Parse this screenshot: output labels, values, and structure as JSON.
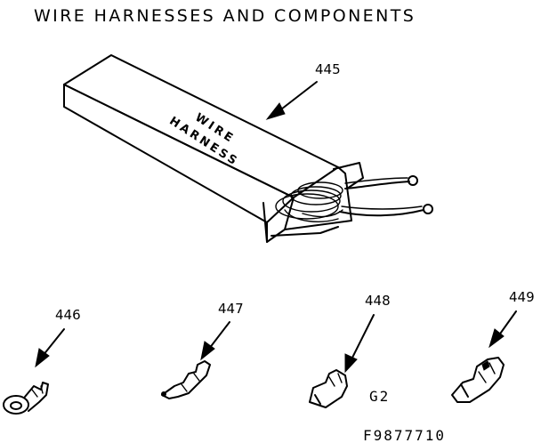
{
  "title": "WIRE HARNESSES AND COMPONENTS",
  "box_label_line1": "WIRE",
  "box_label_line2": "HARNESS",
  "parts": {
    "harness": "445",
    "terminal_1": "446",
    "terminal_2": "447",
    "terminal_3": "448",
    "terminal_4": "449"
  },
  "group_code": "G2",
  "figure_code": "F9877710"
}
